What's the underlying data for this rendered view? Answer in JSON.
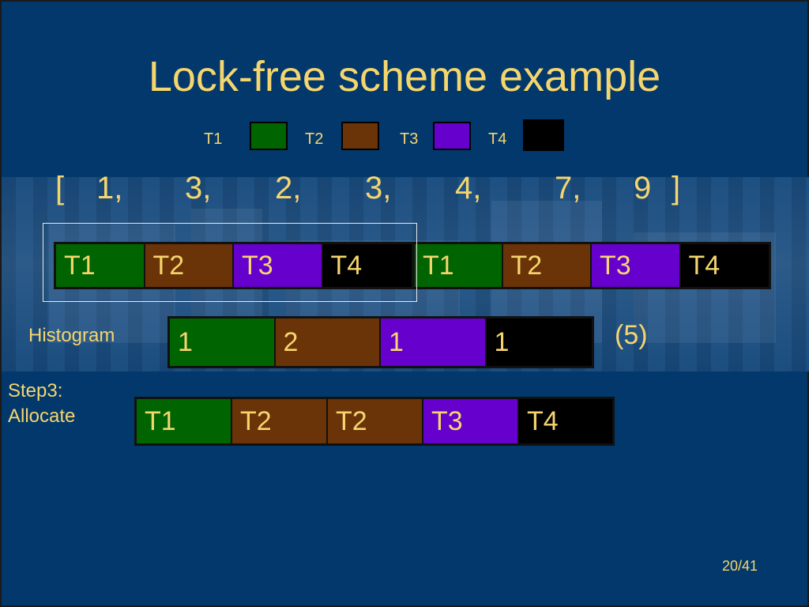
{
  "slide": {
    "title": "Lock-free scheme example",
    "page": "20/41"
  },
  "legend": [
    {
      "label": "T1",
      "color": "#006400"
    },
    {
      "label": "T2",
      "color": "#6b3308"
    },
    {
      "label": "T3",
      "color": "#6600cc"
    },
    {
      "label": "T4",
      "color": "#000000"
    }
  ],
  "array": {
    "open": "[",
    "values": [
      "1,",
      "3,",
      "2,",
      "3,",
      "4,",
      "7,",
      "9"
    ],
    "close": "]"
  },
  "thread_row": [
    "T1",
    "T2",
    "T3",
    "T4",
    "T1",
    "T2",
    "T3",
    "T4"
  ],
  "histogram": {
    "label": "Histogram",
    "values": [
      "1",
      "2",
      "1",
      "1"
    ],
    "total": "(5)"
  },
  "allocate": {
    "label": "Step3:\nAllocate",
    "label_line1": "Step3:",
    "label_line2": "Allocate",
    "cells": [
      "T1",
      "T2",
      "T2",
      "T3",
      "T4"
    ]
  },
  "colors": {
    "background": "#02386b",
    "text": "#f5d66e",
    "T1": "#006400",
    "T2": "#6b3308",
    "T3": "#6600cc",
    "T4": "#000000"
  }
}
